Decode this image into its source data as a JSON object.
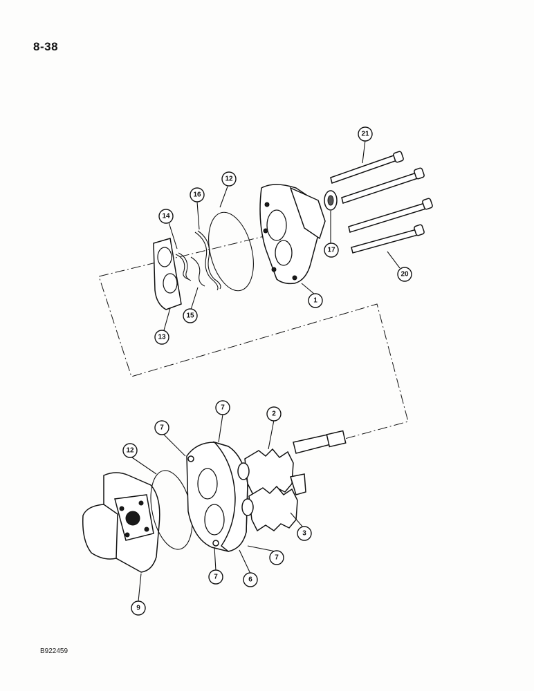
{
  "page_number": "8-38",
  "figure_code": "B922459",
  "callouts": {
    "c21": "21",
    "c12a": "12",
    "c16": "16",
    "c14": "14",
    "c17": "17",
    "c20": "20",
    "c1": "1",
    "c15": "15",
    "c13": "13",
    "c7a": "7",
    "c7b": "7",
    "c2": "2",
    "c12b": "12",
    "c3": "3",
    "c7c": "7",
    "c7d": "7",
    "c6": "6",
    "c9": "9"
  }
}
